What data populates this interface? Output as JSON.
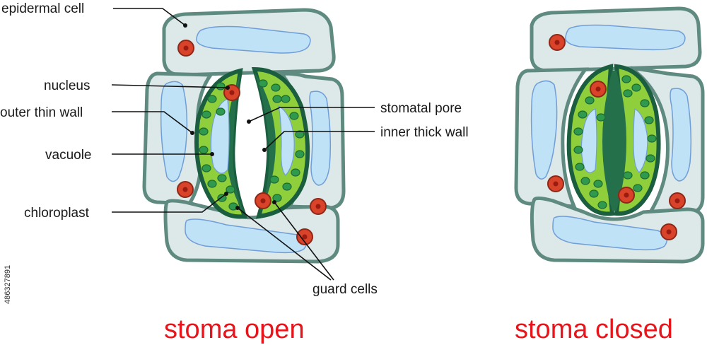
{
  "labels": {
    "epidermal_cell": "epidermal cell",
    "nucleus": "nucleus",
    "outer_thin_wall": "outer thin wall",
    "vacuole": "vacuole",
    "chloroplast": "chloroplast",
    "stomatal_pore": "stomatal pore",
    "inner_thick_wall": "inner thick wall",
    "guard_cells": "guard  cells"
  },
  "captions": {
    "open": "stoma open",
    "closed": "stoma closed"
  },
  "stock_id": "486327891",
  "colors": {
    "epidermal_fill": "#dde8e8",
    "epidermal_stroke": "#5f8a7f",
    "vacuole_fill": "#bfe2f7",
    "vacuole_stroke": "#6f9ed8",
    "guard_fill": "#8fcf3c",
    "guard_wall": "#1b5e3f",
    "inner_wall": "#24704a",
    "chloroplast_fill": "#2f9a4d",
    "chloroplast_stroke": "#1d6b34",
    "nucleus_fill": "#d8432a",
    "nucleus_stroke": "#8d2818",
    "nucleolus": "#9a1b10",
    "caption": "#e8141b",
    "leader": "#111111"
  }
}
